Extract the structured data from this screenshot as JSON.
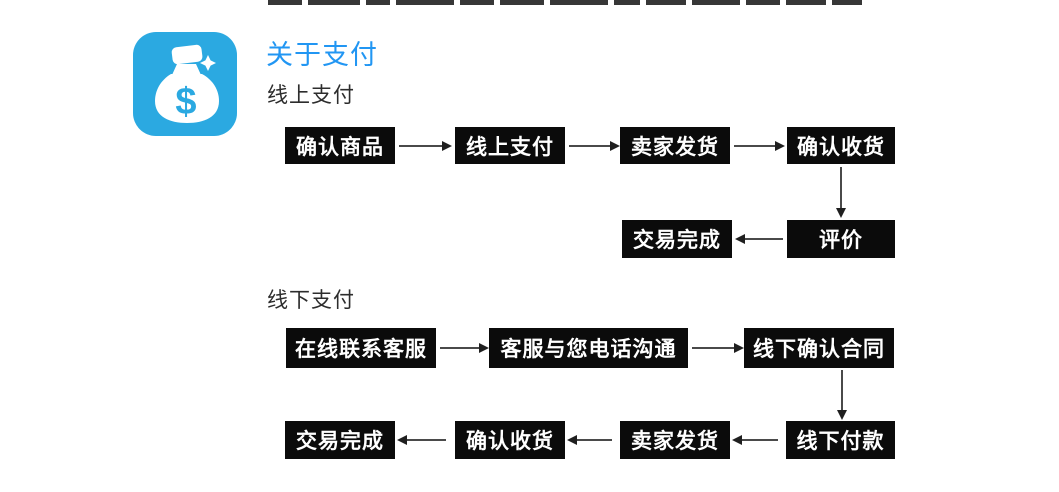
{
  "header": {
    "title": "关于支付",
    "icon": {
      "name": "money-bag-icon",
      "currency_symbol": "$",
      "background_color": "#2BA9E1"
    }
  },
  "online": {
    "label": "线上支付",
    "row1": [
      "确认商品",
      "线上支付",
      "卖家发货",
      "确认收货"
    ],
    "row2": [
      "交易完成",
      "评价"
    ]
  },
  "offline": {
    "label": "线下支付",
    "row1": [
      "在线联系客服",
      "客服与您电话沟通",
      "线下确认合同"
    ],
    "row2": [
      "交易完成",
      "确认收货",
      "卖家发货",
      "线下付款"
    ]
  },
  "colors": {
    "title_blue": "#2196F3",
    "icon_blue": "#2BA9E1",
    "node_background": "#0B0B0B",
    "node_text": "#FFFFFF",
    "arrow": "#4A4A4A",
    "background": "#FFFFFF"
  }
}
